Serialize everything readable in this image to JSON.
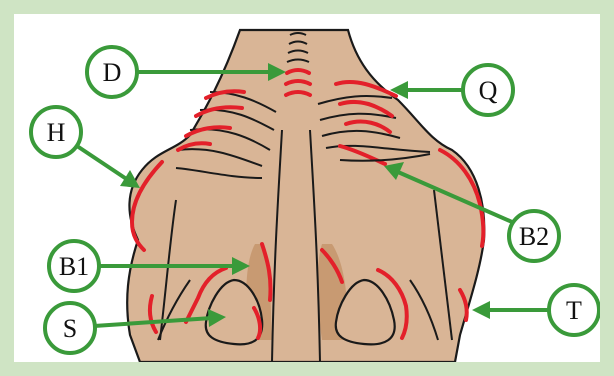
{
  "colors": {
    "frame": "#cfe4c4",
    "skin": "#d9b596",
    "skin_dark": "#c89a72",
    "outline": "#1a1a1a",
    "highlight": "#e3202a",
    "callout": "#3a9a3a"
  },
  "labels": {
    "D": "D",
    "Q": "Q",
    "H": "H",
    "B2": "B2",
    "B1": "B1",
    "S": "S",
    "T": "T"
  }
}
